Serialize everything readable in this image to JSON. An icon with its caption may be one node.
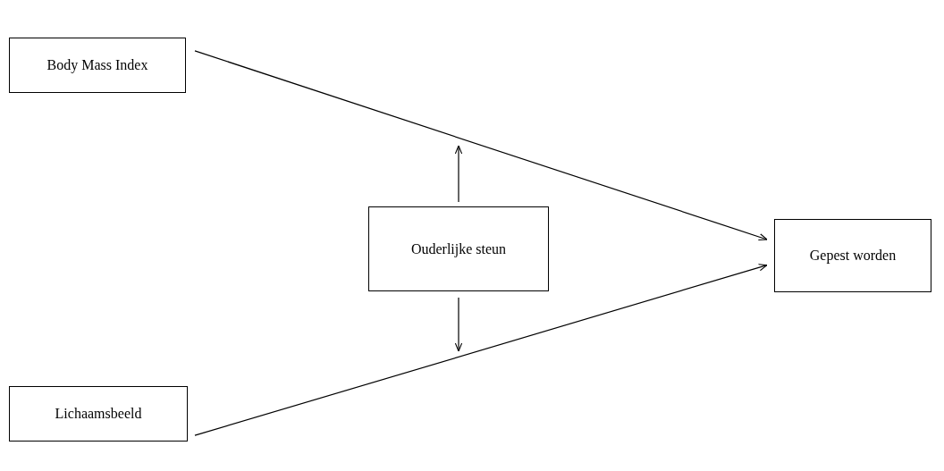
{
  "diagram": {
    "nodes": [
      {
        "text": [
          "Body Mass Index"
        ]
      },
      {
        "text": [
          "Gepest worden"
        ]
      },
      {
        "text": [
          "Ouderlijke steun"
        ]
      },
      {
        "text": [
          "Lichaamsbeeld"
        ]
      }
    ],
    "edges": [
      {
        "from": 0,
        "to": 1,
        "arrow": "to"
      },
      {
        "from": 3,
        "to": 1,
        "arrow": "to"
      },
      {
        "from": 2,
        "to": null,
        "arrow": "to"
      },
      {
        "from": 2,
        "to": null,
        "arrow": "to"
      }
    ]
  }
}
